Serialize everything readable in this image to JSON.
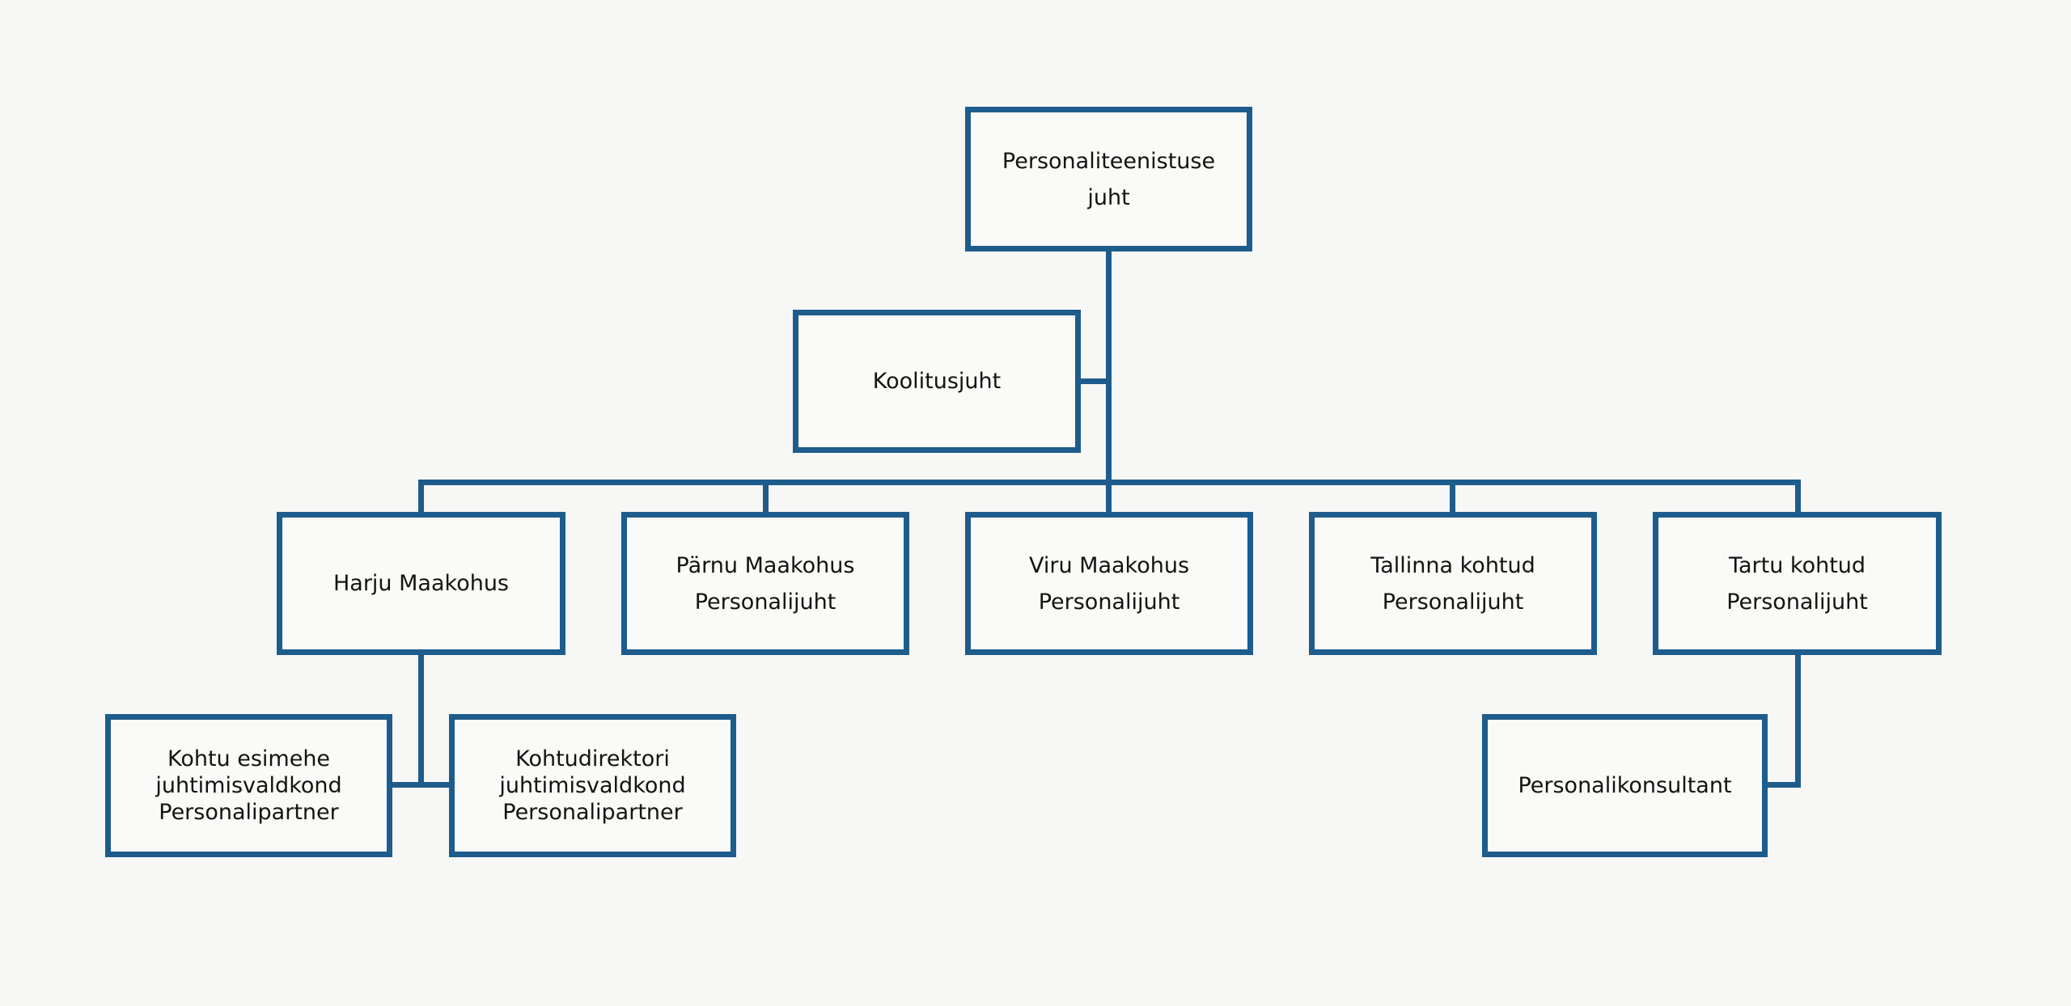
{
  "colors": {
    "line": "#1e5c8c",
    "background": "#f7f7f6",
    "box_fill": "#fafaf9",
    "text": "#131313"
  },
  "diagram": {
    "type": "org-chart",
    "nodes": {
      "root": {
        "lines": [
          "Personaliteenistuse",
          "juht"
        ]
      },
      "kool": {
        "lines": [
          "Koolitusjuht"
        ]
      },
      "harju": {
        "lines": [
          "Harju Maakohus"
        ]
      },
      "parnu": {
        "lines": [
          "Pärnu Maakohus",
          "Personalijuht"
        ]
      },
      "viru": {
        "lines": [
          "Viru Maakohus",
          "Personalijuht"
        ]
      },
      "tallinna": {
        "lines": [
          "Tallinna kohtud",
          "Personalijuht"
        ]
      },
      "tartu": {
        "lines": [
          "Tartu kohtud",
          "Personalijuht"
        ]
      },
      "esimehe": {
        "lines": [
          "Kohtu esimehe",
          "juhtimisvaldkond",
          "Personalipartner"
        ]
      },
      "direktori": {
        "lines": [
          "Kohtudirektori",
          "juhtimisvaldkond",
          "Personalipartner"
        ]
      },
      "konsultant": {
        "lines": [
          "Personalikonsultant"
        ]
      }
    },
    "edges": [
      {
        "from": "Personaliteenistuse juht",
        "to": "Koolitusjuht"
      },
      {
        "from": "Personaliteenistuse juht",
        "to": "Harju Maakohus"
      },
      {
        "from": "Personaliteenistuse juht",
        "to": "Pärnu Maakohus Personalijuht"
      },
      {
        "from": "Personaliteenistuse juht",
        "to": "Viru Maakohus Personalijuht"
      },
      {
        "from": "Personaliteenistuse juht",
        "to": "Tallinna kohtud Personalijuht"
      },
      {
        "from": "Personaliteenistuse juht",
        "to": "Tartu kohtud Personalijuht"
      },
      {
        "from": "Harju Maakohus",
        "to": "Kohtu esimehe juhtimisvaldkond Personalipartner"
      },
      {
        "from": "Harju Maakohus",
        "to": "Kohtudirektori juhtimisvaldkond Personalipartner"
      },
      {
        "from": "Tartu kohtud Personalijuht",
        "to": "Personalikonsultant"
      }
    ]
  }
}
